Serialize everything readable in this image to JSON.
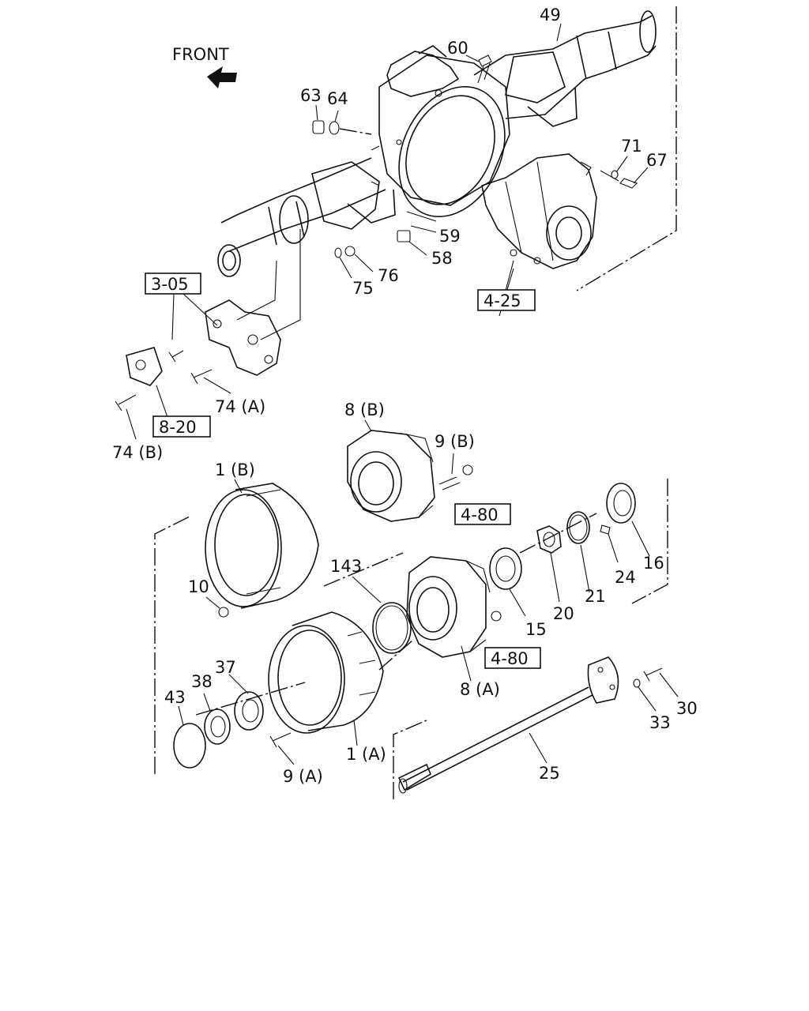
{
  "front_label": "FRONT",
  "callouts": {
    "c49": "49",
    "c60": "60",
    "c63": "63",
    "c64": "64",
    "c71": "71",
    "c67": "67",
    "c59": "59",
    "c58": "58",
    "c76": "76",
    "c75": "75",
    "c74a": "74 (A)",
    "c74b": "74 (B)",
    "c8b": "8 (B)",
    "c9b": "9 (B)",
    "c1b": "1 (B)",
    "c10": "10",
    "c143": "143",
    "c15": "15",
    "c20": "20",
    "c21": "21",
    "c24": "24",
    "c16": "16",
    "c8a": "8 (A)",
    "c1a": "1 (A)",
    "c37": "37",
    "c38": "38",
    "c43": "43",
    "c9a": "9 (A)",
    "c33": "33",
    "c30": "30",
    "c25": "25"
  },
  "refs": {
    "r305": "3-05",
    "r820": "8-20",
    "r425": "4-25",
    "r480a": "4-80",
    "r480b": "4-80"
  }
}
